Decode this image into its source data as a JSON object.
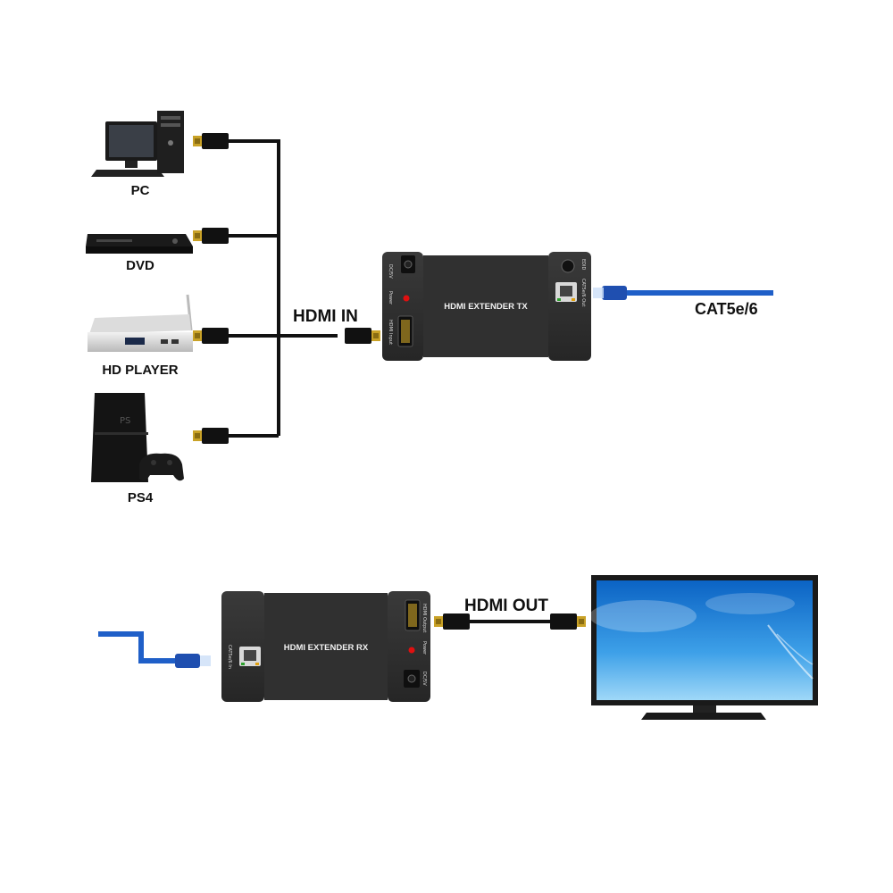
{
  "sources": [
    {
      "id": "pc",
      "label": "PC",
      "icon": "pc-icon"
    },
    {
      "id": "dvd",
      "label": "DVD",
      "icon": "dvd-player-icon"
    },
    {
      "id": "hdplayer",
      "label": "HD PLAYER",
      "icon": "media-box-icon"
    },
    {
      "id": "ps4",
      "label": "PS4",
      "icon": "game-console-icon"
    }
  ],
  "labels": {
    "hdmi_in": "HDMI IN",
    "hdmi_out": "HDMI OUT",
    "cat_cable": "CAT5e/6"
  },
  "tx": {
    "title": "HDMI EXTENDER TX",
    "port_dc": "DC/5V",
    "port_power": "Power",
    "port_hdmi": "HDMI Input",
    "port_edid": "EDID",
    "port_cat": "CAT5e/6 Out"
  },
  "rx": {
    "title": "HDMI EXTENDER RX",
    "port_cat": "CAT5e/6 In",
    "port_hdmi": "HDMI Output",
    "port_power": "Power",
    "port_dc": "DC/5V"
  },
  "colors": {
    "cable_blue": "#1f5fc8",
    "hdmi_cable": "#111111",
    "gold": "#c9a227",
    "device_body": "#2d2d2d",
    "power_led": "#e01010"
  }
}
